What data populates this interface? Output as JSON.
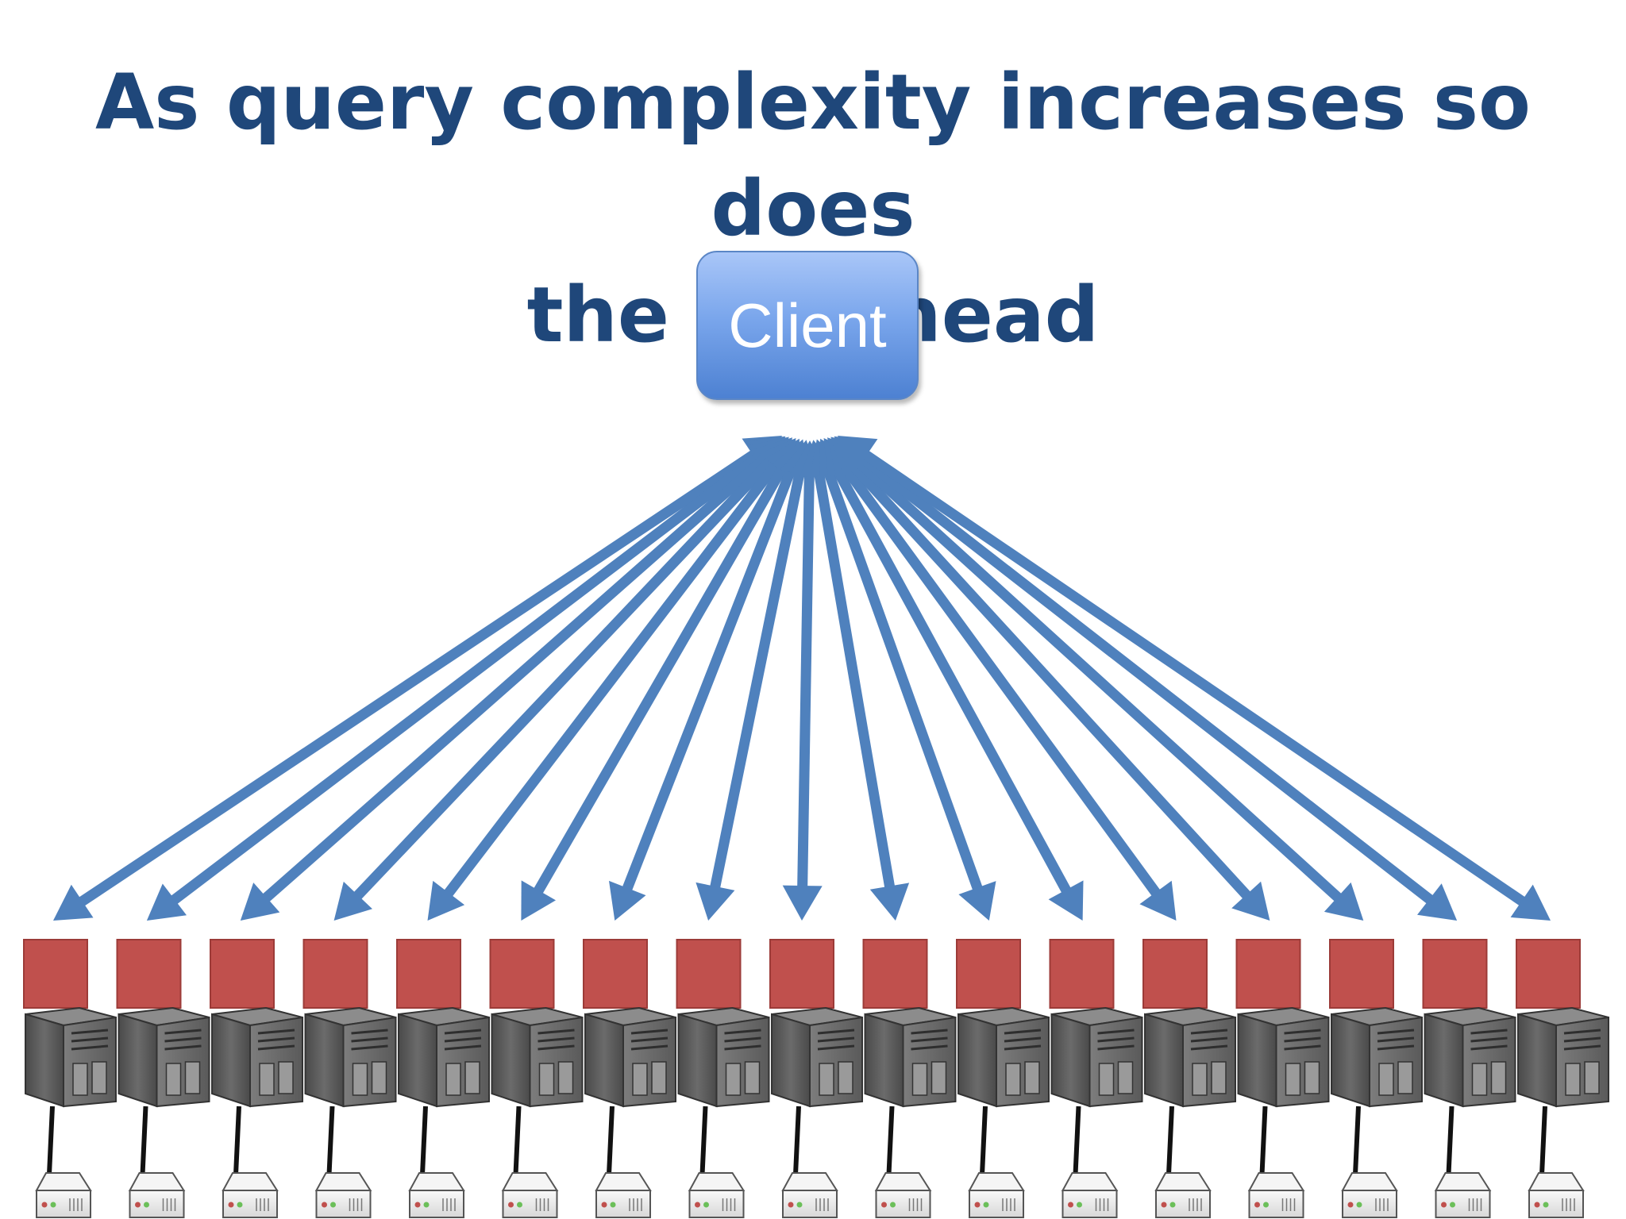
{
  "slide": {
    "title_lines": [
      "As query complexity increases so does",
      "the overhead"
    ],
    "client_label": "Client"
  },
  "colors": {
    "title": "#1f477a",
    "arrow": "#4f81bd",
    "data_block": "#c0504d",
    "server_body": "#5f5f5f",
    "drive": "#eeeeee"
  },
  "nodes": [
    {
      "id": 1,
      "icons": [
        "data-block",
        "server-tower",
        "disk-drive"
      ]
    },
    {
      "id": 2,
      "icons": [
        "data-block",
        "server-tower",
        "disk-drive"
      ]
    },
    {
      "id": 3,
      "icons": [
        "data-block",
        "server-tower",
        "disk-drive"
      ]
    },
    {
      "id": 4,
      "icons": [
        "data-block",
        "server-tower",
        "disk-drive"
      ]
    },
    {
      "id": 5,
      "icons": [
        "data-block",
        "server-tower",
        "disk-drive"
      ]
    },
    {
      "id": 6,
      "icons": [
        "data-block",
        "server-tower",
        "disk-drive"
      ]
    },
    {
      "id": 7,
      "icons": [
        "data-block",
        "server-tower",
        "disk-drive"
      ]
    },
    {
      "id": 8,
      "icons": [
        "data-block",
        "server-tower",
        "disk-drive"
      ]
    },
    {
      "id": 9,
      "icons": [
        "data-block",
        "server-tower",
        "disk-drive"
      ]
    },
    {
      "id": 10,
      "icons": [
        "data-block",
        "server-tower",
        "disk-drive"
      ]
    },
    {
      "id": 11,
      "icons": [
        "data-block",
        "server-tower",
        "disk-drive"
      ]
    },
    {
      "id": 12,
      "icons": [
        "data-block",
        "server-tower",
        "disk-drive"
      ]
    },
    {
      "id": 13,
      "icons": [
        "data-block",
        "server-tower",
        "disk-drive"
      ]
    },
    {
      "id": 14,
      "icons": [
        "data-block",
        "server-tower",
        "disk-drive"
      ]
    },
    {
      "id": 15,
      "icons": [
        "data-block",
        "server-tower",
        "disk-drive"
      ]
    },
    {
      "id": 16,
      "icons": [
        "data-block",
        "server-tower",
        "disk-drive"
      ]
    },
    {
      "id": 17,
      "icons": [
        "data-block",
        "server-tower",
        "disk-drive"
      ]
    }
  ]
}
